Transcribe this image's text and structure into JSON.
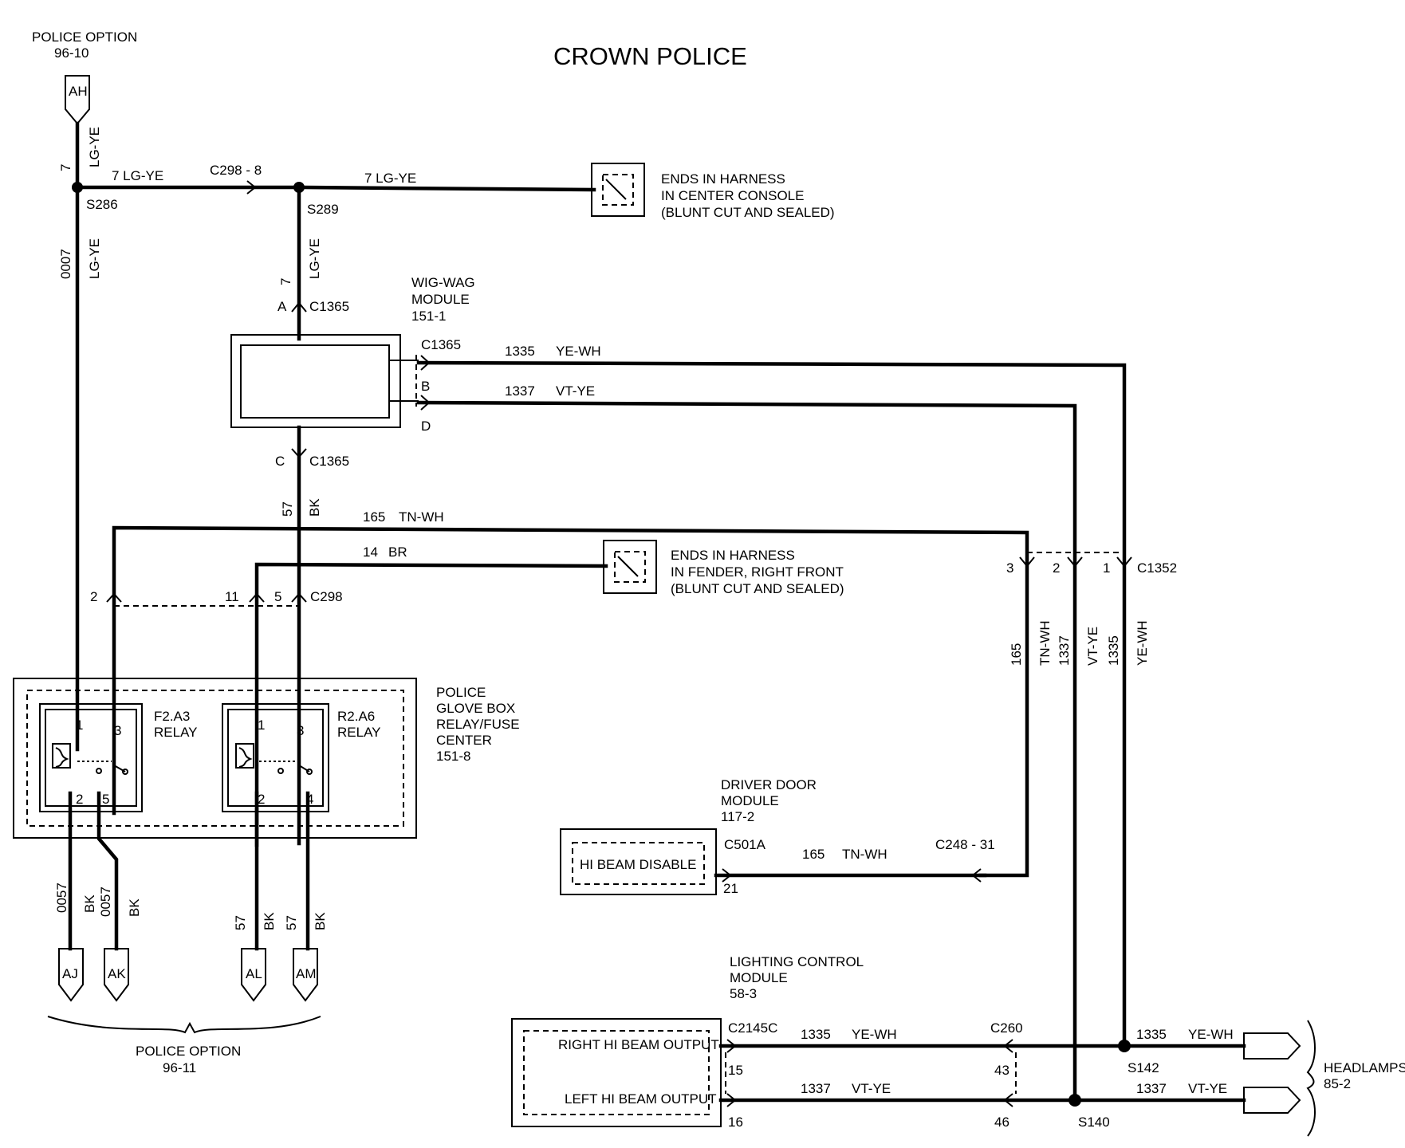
{
  "title": "CROWN POLICE",
  "police_option_top": {
    "line1": "POLICE OPTION",
    "line2": "96-10"
  },
  "police_option_bottom": {
    "line1": "POLICE OPTION",
    "line2": "96-11"
  },
  "connectors": {
    "ah": "AH",
    "aj": "AJ",
    "ak": "AK",
    "al": "AL",
    "am": "AM"
  },
  "splices": {
    "s286": "S286",
    "s289": "S289",
    "s142": "S142",
    "s140": "S140"
  },
  "wire_labels": {
    "v_7": "7",
    "v_lgye": "LG-YE",
    "h_7lgye_a": "7  LG-YE",
    "c298_8": "C298  -  8",
    "h_7lgye_b": "7  LG-YE",
    "v_0007": "0007",
    "v_lgye2": "LG-YE",
    "v_7b": "7",
    "v_lgye3": "LG-YE",
    "a": "A",
    "c1365_a": "C1365",
    "c1365_b": "C1365",
    "b": "B",
    "d": "D",
    "w1335": "1335",
    "yewh": "YE-WH",
    "w1337": "1337",
    "vtye": "VT-YE",
    "c": "C",
    "c1365_c": "C1365",
    "v_57": "57",
    "v_bk": "BK",
    "w165": "165",
    "tnwh": "TN-WH",
    "w14": "14",
    "br": "BR",
    "p2": "2",
    "p11": "11",
    "p5": "5",
    "c298": "C298",
    "p3r": "3",
    "p2r": "2",
    "p1r": "1",
    "c1352": "C1352",
    "v165": "165",
    "vtnwh": "TN-WH",
    "v1337": "1337",
    "vvtye": "VT-YE",
    "v1335": "1335",
    "vyewh": "YE-WH",
    "b0057a": "0057",
    "bbka": "BK",
    "b0057b": "0057",
    "bbkb": "BK",
    "b57a": "57",
    "bbkc": "BK",
    "b57b": "57",
    "bbkd": "BK",
    "c501a": "C501A",
    "p21": "21",
    "d165": "165",
    "dtnwh": "TN-WH",
    "c248": "C248  -  31",
    "c2145c": "C2145C",
    "p15": "15",
    "p16": "16",
    "l1335": "1335",
    "lyewh": "YE-WH",
    "l1337": "1337",
    "lvtye": "VT-YE",
    "c260": "C260",
    "p43": "43",
    "p46": "46",
    "r1335": "1335",
    "ryewh": "YE-WH",
    "r1337": "1337",
    "rvtye": "VT-YE"
  },
  "components": {
    "console_end": [
      "ENDS IN HARNESS",
      "IN CENTER CONSOLE",
      "(BLUNT CUT AND SEALED)"
    ],
    "fender_end": [
      "ENDS IN HARNESS",
      "IN FENDER, RIGHT FRONT",
      "(BLUNT CUT AND SEALED)"
    ],
    "wigwag": [
      "WIG-WAG",
      "MODULE",
      "151-1"
    ],
    "glovebox": [
      "POLICE",
      "GLOVE BOX",
      "RELAY/FUSE",
      "CENTER",
      "151-8"
    ],
    "relay_f2": [
      "F2.A3",
      "RELAY"
    ],
    "relay_r2": [
      "R2.A6",
      "RELAY"
    ],
    "relay_pins": {
      "p1": "1",
      "p2": "2",
      "p3": "3",
      "p4": "4",
      "p5": "5"
    },
    "driver_door": [
      "DRIVER  DOOR",
      "MODULE",
      "117-2"
    ],
    "hi_beam_disable": "HI BEAM DISABLE",
    "lighting": [
      "LIGHTING  CONTROL",
      "MODULE",
      "58-3"
    ],
    "right_hi": "RIGHT HI BEAM OUTPUT",
    "left_hi": "LEFT HI BEAM OUTPUT",
    "headlamps": [
      "HEADLAMPS",
      "85-2"
    ]
  }
}
